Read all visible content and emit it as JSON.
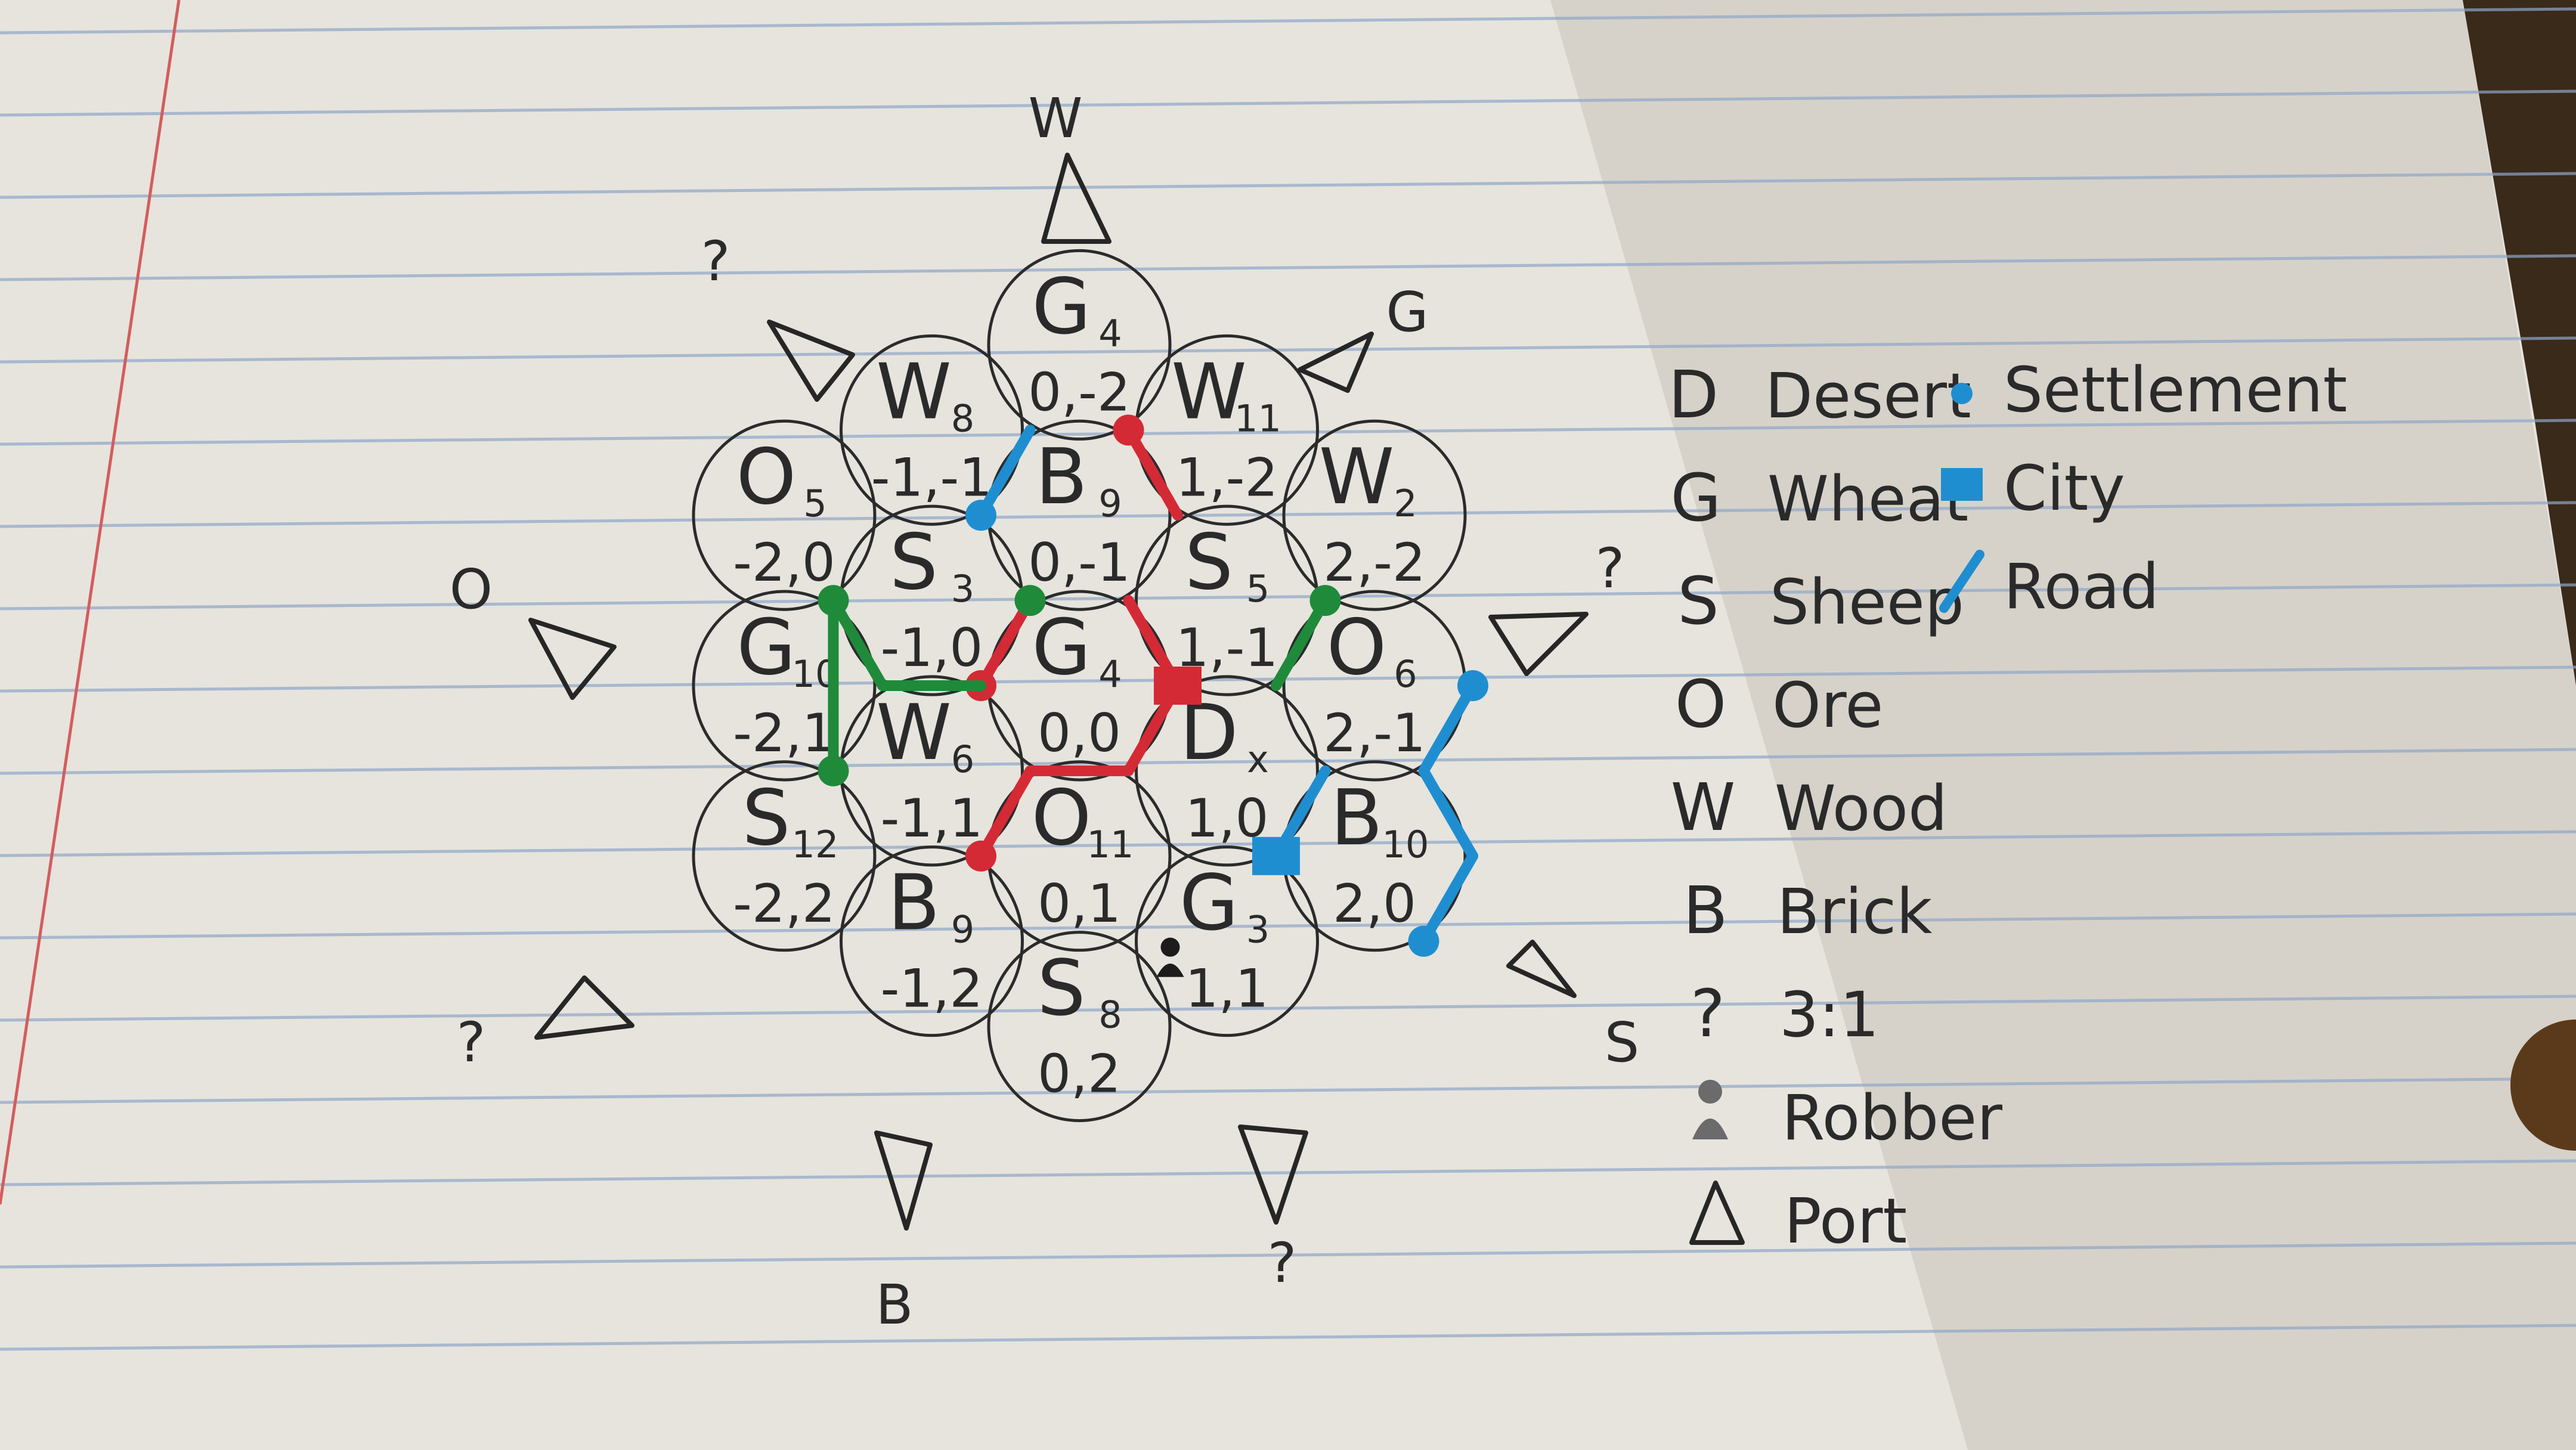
{
  "colors": {
    "paper": "#e6e4dd",
    "rule_line": "#8fa6c8",
    "margin_line": "#d35d5d",
    "pencil": "#2b2b2b",
    "red": "#d42a35",
    "green": "#1f8a3a",
    "blue": "#1f8ed1"
  },
  "tiles": [
    {
      "letter": "G",
      "number": "4",
      "coord": "0,-2"
    },
    {
      "letter": "W",
      "number": "8",
      "coord": "-1,-1"
    },
    {
      "letter": "W",
      "number": "11",
      "coord": "1,-2"
    },
    {
      "letter": "O",
      "number": "5",
      "coord": "-2,0"
    },
    {
      "letter": "B",
      "number": "9",
      "coord": "0,-1"
    },
    {
      "letter": "W",
      "number": "2",
      "coord": "2,-2"
    },
    {
      "letter": "S",
      "number": "3",
      "coord": "-1,0"
    },
    {
      "letter": "S",
      "number": "5",
      "coord": "1,-1"
    },
    {
      "letter": "G",
      "number": "10",
      "coord": "-2,1"
    },
    {
      "letter": "G",
      "number": "4",
      "coord": "0,0"
    },
    {
      "letter": "O",
      "number": "6",
      "coord": "2,-1"
    },
    {
      "letter": "W",
      "number": "6",
      "coord": "-1,1"
    },
    {
      "letter": "D",
      "number": "x",
      "coord": "1,0"
    },
    {
      "letter": "S",
      "number": "12",
      "coord": "-2,2"
    },
    {
      "letter": "O",
      "number": "11",
      "coord": "0,1"
    },
    {
      "letter": "B",
      "number": "10",
      "coord": "2,0"
    },
    {
      "letter": "B",
      "number": "9",
      "coord": "-1,2"
    },
    {
      "letter": "G",
      "number": "3",
      "coord": "1,1"
    },
    {
      "letter": "S",
      "number": "8",
      "coord": "0,2"
    }
  ],
  "robber_tile": "1,1",
  "ports": [
    {
      "label": "W"
    },
    {
      "label": "G"
    },
    {
      "label": "?"
    },
    {
      "label": "O"
    },
    {
      "label": "?"
    },
    {
      "label": "S"
    },
    {
      "label": "?"
    },
    {
      "label": "B"
    },
    {
      "label": "?"
    }
  ],
  "legend": [
    {
      "key": "D",
      "text": "Desert"
    },
    {
      "key": "G",
      "text": "Wheat"
    },
    {
      "key": "S",
      "text": "Sheep"
    },
    {
      "key": "O",
      "text": "Ore"
    },
    {
      "key": "W",
      "text": "Wood"
    },
    {
      "key": "B",
      "text": "Brick"
    },
    {
      "key": "?",
      "text": "3:1"
    },
    {
      "key": "robber-icon",
      "text": "Robber"
    },
    {
      "key": "port-icon",
      "text": "Port"
    }
  ],
  "legend_pieces": [
    {
      "icon": "settlement-icon",
      "text": "Settlement"
    },
    {
      "icon": "city-icon",
      "text": "City"
    },
    {
      "icon": "road-icon",
      "text": "Road"
    }
  ]
}
